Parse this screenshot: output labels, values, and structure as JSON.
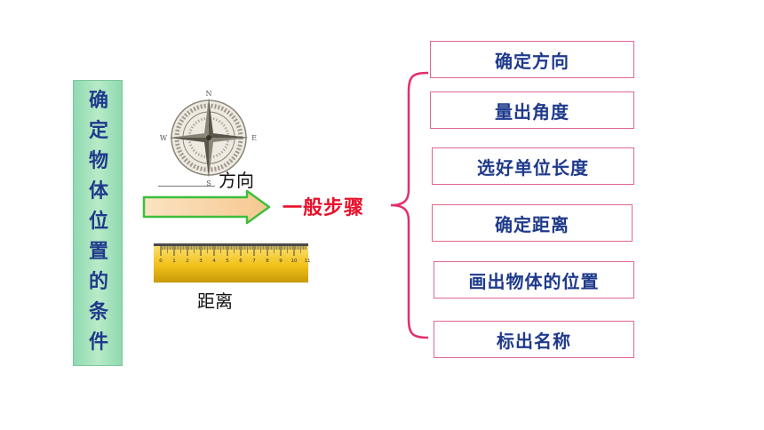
{
  "title": {
    "chars": [
      "确",
      "定",
      "物",
      "体",
      "位",
      "置",
      "的",
      "条",
      "件"
    ]
  },
  "compass": {
    "north": "N",
    "south": "S",
    "west": "W",
    "east": "E"
  },
  "ruler": {
    "ticks": [
      "0",
      "1",
      "2",
      "3",
      "4",
      "5",
      "6",
      "7",
      "8",
      "9",
      "10",
      "11"
    ]
  },
  "labels": {
    "direction": "方向",
    "distance": "距离",
    "general_steps": "一般步骤"
  },
  "steps": [
    {
      "label": "确定方向"
    },
    {
      "label": "量出角度"
    },
    {
      "label": "选好单位长度"
    },
    {
      "label": "确定距离"
    },
    {
      "label": "画出物体的位置"
    },
    {
      "label": "标出名称"
    }
  ],
  "colors": {
    "title_bg": "#b8ebc8",
    "title_text": "#1f3a8c",
    "steps_red": "#e8102a",
    "brace_pink": "#e0306a",
    "box_border": "#e1688a",
    "arrow_fill": "#f9d6a8",
    "arrow_border": "#3cbf3c",
    "ruler_yellow": "#f2c21b"
  }
}
